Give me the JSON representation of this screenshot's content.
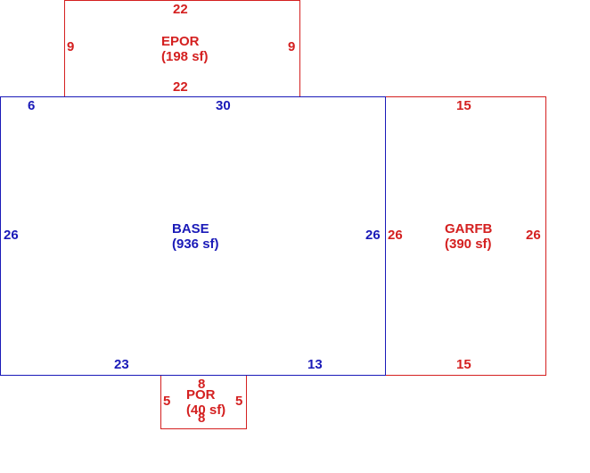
{
  "colors": {
    "base": "#1a1ab8",
    "addition": "#d42020"
  },
  "areas": {
    "epor": {
      "name": "EPOR",
      "area": "(198 sf)",
      "dims": {
        "top": "22",
        "bottom": "22",
        "left": "9",
        "right": "9"
      }
    },
    "base": {
      "name": "BASE",
      "area": "(936 sf)",
      "dims": {
        "top_left": "6",
        "top": "30",
        "left": "26",
        "right": "26",
        "bottom_left": "23",
        "bottom_right": "13"
      }
    },
    "garfb": {
      "name": "GARFB",
      "area": "(390 sf)",
      "dims": {
        "top": "15",
        "bottom": "15",
        "left": "26",
        "right": "26"
      }
    },
    "por": {
      "name": "POR",
      "area": "(40 sf)",
      "dims": {
        "top": "8",
        "bottom": "8",
        "left": "5",
        "right": "5"
      }
    }
  }
}
